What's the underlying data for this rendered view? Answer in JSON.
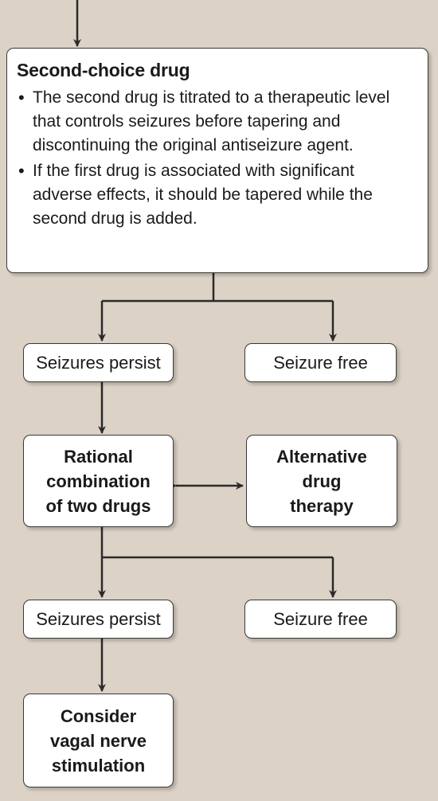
{
  "second_choice": {
    "title": "Second-choice drug",
    "bullets": [
      "The second drug is titrated to a therapeutic level that controls seizures before tapering and discontinuing the original antiseizure agent.",
      "If the first drug is associated with significant adverse effects, it should be tapered while the second drug is added."
    ]
  },
  "outcomes_1": {
    "left": "Seizures persist",
    "right": "Seizure free"
  },
  "combination": {
    "line1": "Rational",
    "line2": "combination",
    "line3": "of two drugs"
  },
  "alternative": {
    "line1": "Alternative",
    "line2": "drug",
    "line3": "therapy"
  },
  "outcomes_2": {
    "left": "Seizures persist",
    "right": "Seizure free"
  },
  "vagal": {
    "line1": "Consider",
    "line2": "vagal nerve",
    "line3": "stimulation"
  },
  "colors": {
    "background": "#dcd2c6",
    "box": "#ffffff",
    "line": "#2a2a2a"
  }
}
